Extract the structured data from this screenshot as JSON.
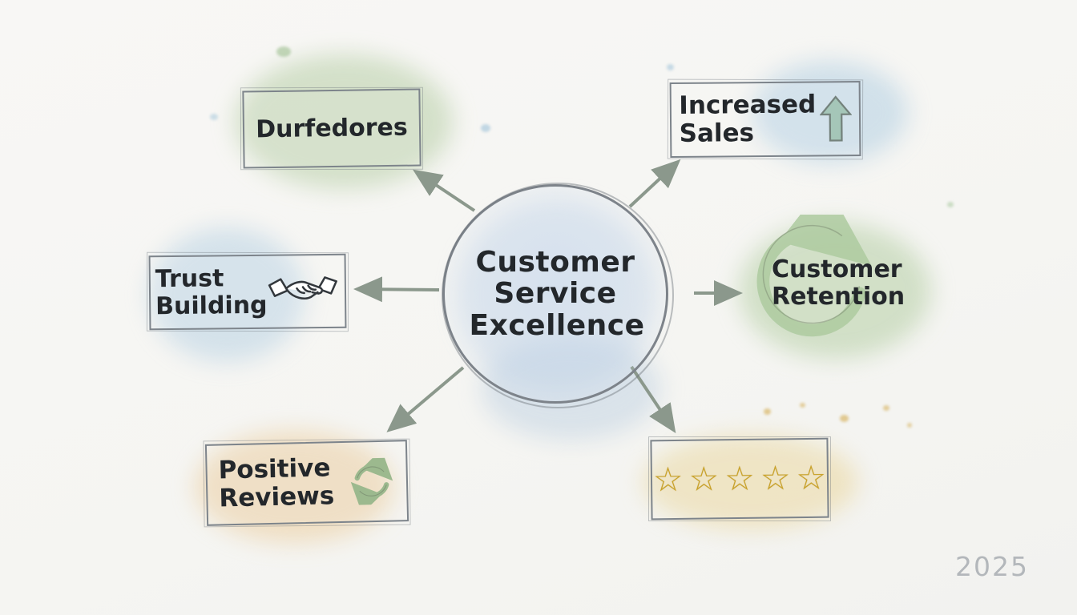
{
  "page": {
    "year": "2025"
  },
  "center": {
    "label": "Customer Service Excellence"
  },
  "nodes": {
    "durfedores": {
      "label": "Durfedores"
    },
    "increased_sales": {
      "label": "Increased Sales",
      "icon": "growth-arrow-icon"
    },
    "trust_building": {
      "label": "Trust Building",
      "icon": "handshake-icon"
    },
    "customer_retention": {
      "label": "Customer Retention",
      "icon": "retention-cycle-icon"
    },
    "positive_reviews": {
      "label": "Positive Reviews",
      "icon": "refresh-cycle-icon"
    },
    "five_stars": {
      "stars": "☆☆☆☆☆",
      "icon": "star-rating-icon"
    }
  },
  "colors": {
    "arrow": "#8b988c",
    "accent_green": "#a9c79b",
    "accent_blue": "#b7d1e4",
    "accent_gold": "#c9a227",
    "border": "#7d848b"
  }
}
